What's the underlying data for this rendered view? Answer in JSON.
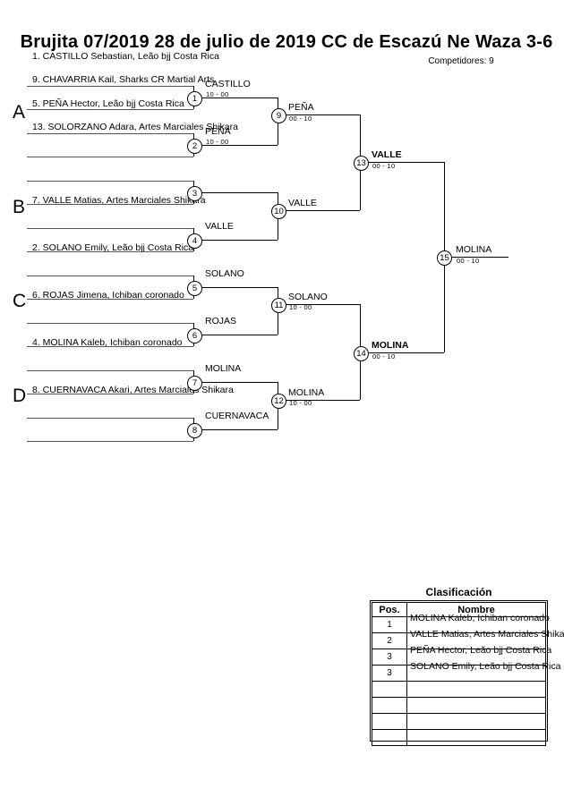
{
  "header": {
    "title": "Brujita 07/2019  28 de julio de 2019  CC de Escazú   Ne Waza 3-6",
    "competitors": "Competidores: 9"
  },
  "sections": [
    {
      "letter": "A"
    },
    {
      "letter": "B"
    },
    {
      "letter": "C"
    },
    {
      "letter": "D"
    }
  ],
  "entries": [
    {
      "label": "1. CASTILLO Sebastian, Leão bjj Costa Rica"
    },
    {
      "label": "9. CHAVARRIA Kail, Sharks CR Martial Arts"
    },
    {
      "label": "5. PEÑA Hector, Leão bjj Costa Rica"
    },
    {
      "label": "13. SOLORZANO Adara, Artes Marciales Shikara"
    },
    {
      "label": "7. VALLE Matias, Artes Marciales Shikara"
    },
    {
      "label": "2. SOLANO Emily, Leão bjj Costa Rica"
    },
    {
      "label": "6. ROJAS Jimena, Ichiban coronado"
    },
    {
      "label": "4. MOLINA Kaleb, Ichiban coronado"
    },
    {
      "label": "8. CUERNAVACA Akari, Artes Marciales Shikara"
    }
  ],
  "matches": [
    {
      "num": "1",
      "winner": "CASTILLO",
      "score": "10 - 00",
      "bold": false
    },
    {
      "num": "2",
      "winner": "PEÑA",
      "score": "10 - 00",
      "bold": false
    },
    {
      "num": "3",
      "winner": "",
      "score": "",
      "bold": false
    },
    {
      "num": "4",
      "winner": "VALLE",
      "score": "",
      "bold": false
    },
    {
      "num": "5",
      "winner": "SOLANO",
      "score": "",
      "bold": false
    },
    {
      "num": "6",
      "winner": "ROJAS",
      "score": "",
      "bold": false
    },
    {
      "num": "7",
      "winner": "MOLINA",
      "score": "",
      "bold": false
    },
    {
      "num": "8",
      "winner": "CUERNAVACA",
      "score": "",
      "bold": false
    },
    {
      "num": "9",
      "winner": "PEÑA",
      "score": "00 - 10",
      "bold": false
    },
    {
      "num": "10",
      "winner": "VALLE",
      "score": "",
      "bold": false
    },
    {
      "num": "11",
      "winner": "SOLANO",
      "score": "10 - 00",
      "bold": false
    },
    {
      "num": "12",
      "winner": "MOLINA",
      "score": "10 - 00",
      "bold": false
    },
    {
      "num": "13",
      "winner": "VALLE",
      "score": "00 - 10",
      "bold": true
    },
    {
      "num": "14",
      "winner": "MOLINA",
      "score": "00 - 10",
      "bold": true
    },
    {
      "num": "15",
      "winner": "MOLINA",
      "score": "00 - 10",
      "bold": false
    }
  ],
  "classification": {
    "title": "Clasificación",
    "columns": [
      "Pos.",
      "Nombre"
    ],
    "rows": [
      {
        "pos": "1",
        "name": "MOLINA Kaleb, Ichiban coronado"
      },
      {
        "pos": "2",
        "name": "VALLE Matias, Artes Marciales Shikara"
      },
      {
        "pos": "3",
        "name": "PEÑA Hector, Leão bjj Costa Rica"
      },
      {
        "pos": "3",
        "name": "SOLANO Emily, Leão bjj Costa Rica"
      },
      {
        "pos": "",
        "name": ""
      },
      {
        "pos": "",
        "name": ""
      },
      {
        "pos": "",
        "name": ""
      },
      {
        "pos": "",
        "name": ""
      }
    ]
  }
}
